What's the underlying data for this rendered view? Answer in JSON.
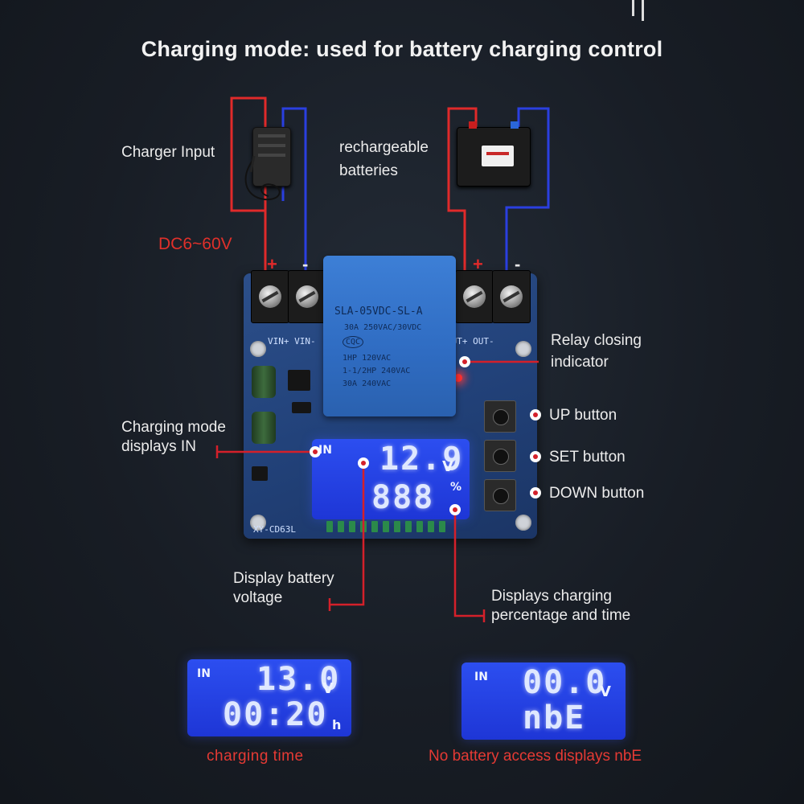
{
  "title": "Charging mode: used for battery charging control",
  "labels": {
    "charger_input": "Charger Input",
    "rechargeable_1": "rechargeable",
    "rechargeable_2": "batteries",
    "dc_voltage": "DC6~60V",
    "relay_1": "Relay closing",
    "relay_2": "indicator",
    "up_button": "UP button",
    "set_button": "SET button",
    "down_button": "DOWN button",
    "charging_mode_1": "Charging mode",
    "charging_mode_2": "displays IN",
    "display_voltage_1": "Display battery",
    "display_voltage_2": "voltage",
    "displays_pct_1": "Displays charging",
    "displays_pct_2": "percentage and time"
  },
  "board": {
    "terminal_plus_left": "+",
    "terminal_minus_left": "-",
    "terminal_plus_right": "+",
    "terminal_minus_right": "-",
    "vin_label": "VIN+ VIN-",
    "out_label": "OUT+ OUT-",
    "model": "XY-CD63L",
    "relay_lines": [
      "SLA-05VDC-SL-A",
      "30A 250VAC/30VDC",
      "CQC",
      "1HP 120VAC",
      "1-1/2HP 240VAC",
      "30A 240VAC"
    ]
  },
  "main_lcd": {
    "mode": "IN",
    "line1": "12.9",
    "unit1": "V",
    "line2": "888",
    "unit2": "%"
  },
  "lcd_example_1": {
    "mode": "IN",
    "line1": "13.0",
    "unit1": "V",
    "line2": "00:20",
    "unit2": "h",
    "caption": "charging time"
  },
  "lcd_example_2": {
    "mode": "IN",
    "line1": "00.0",
    "unit1": "V",
    "line2": "nbE",
    "caption": "No battery access displays nbE"
  },
  "colors": {
    "wire_positive": "#e02a2a",
    "wire_negative": "#2a3fe0",
    "callout": "#d4202a",
    "lcd": "#2342e6"
  }
}
